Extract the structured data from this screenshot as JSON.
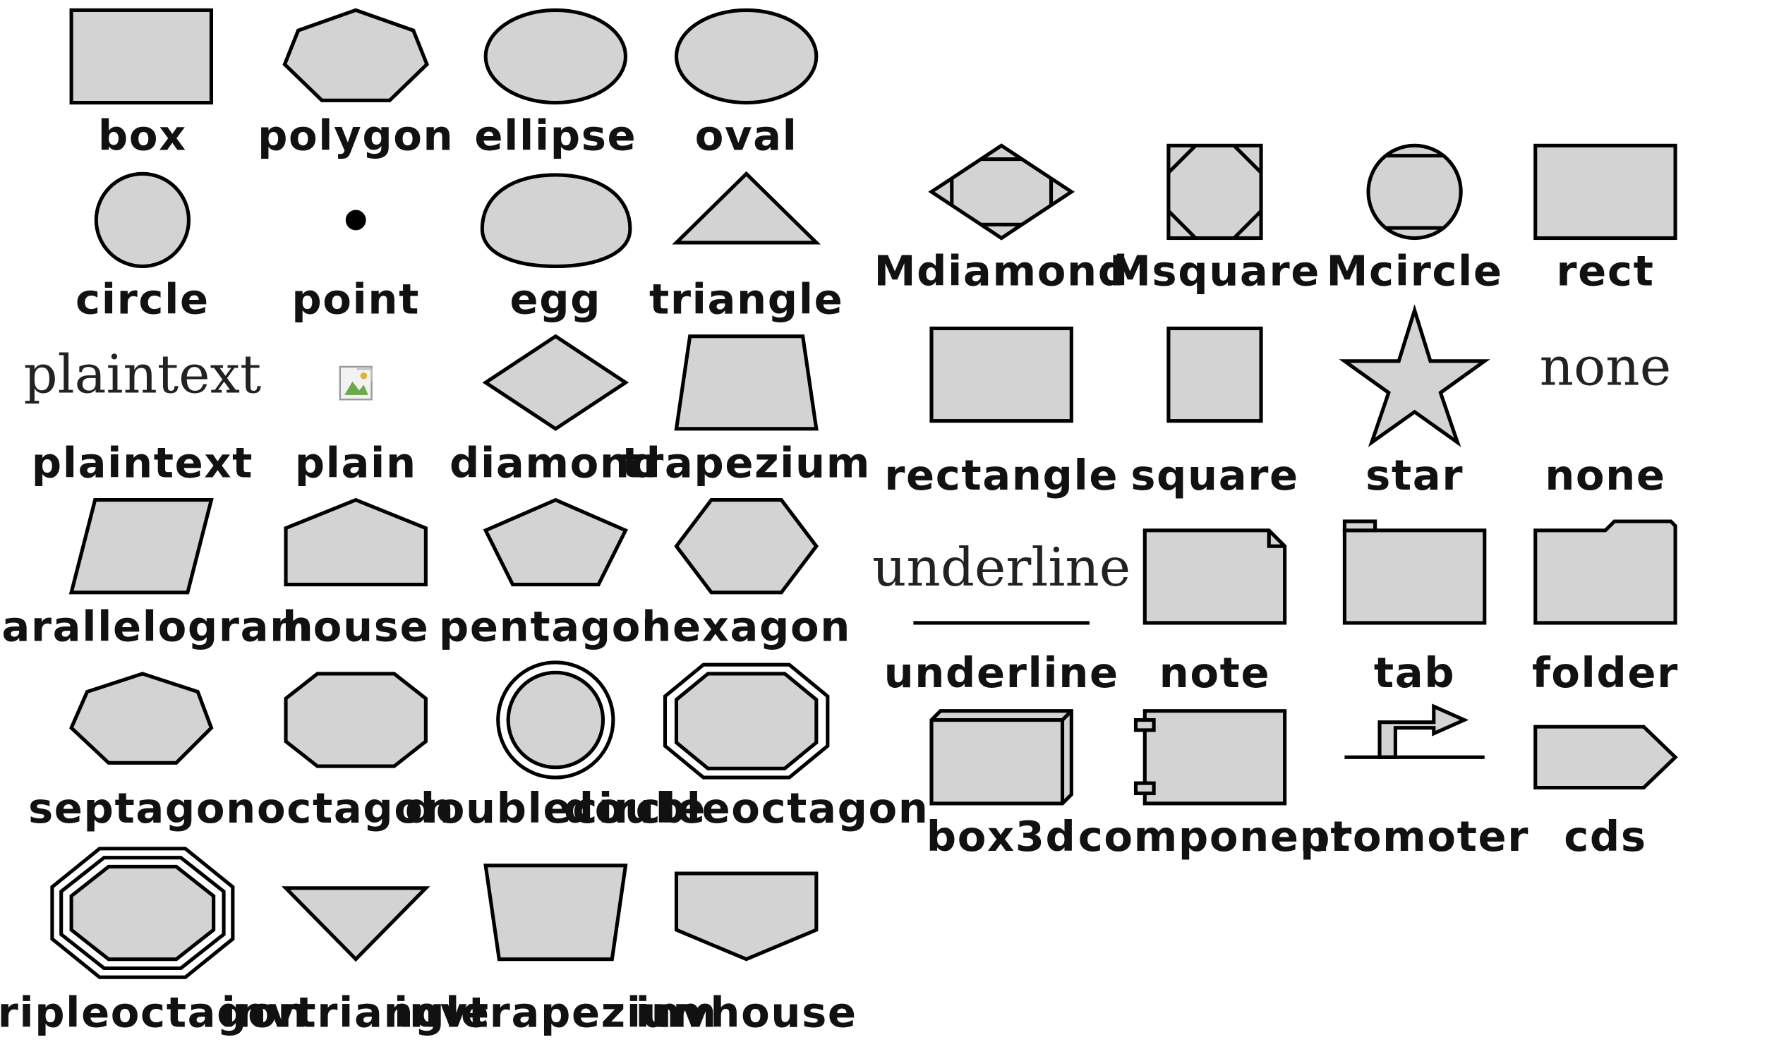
{
  "left_panel": {
    "shapes": [
      {
        "label": "box",
        "icon": "box-shape"
      },
      {
        "label": "polygon",
        "icon": "polygon-shape"
      },
      {
        "label": "ellipse",
        "icon": "ellipse-shape"
      },
      {
        "label": "oval",
        "icon": "oval-shape"
      },
      {
        "label": "circle",
        "icon": "circle-shape"
      },
      {
        "label": "point",
        "icon": "point-shape"
      },
      {
        "label": "egg",
        "icon": "egg-shape"
      },
      {
        "label": "triangle",
        "icon": "triangle-shape"
      },
      {
        "label": "plaintext",
        "icon": "plaintext-shape",
        "inner_text": "plaintext"
      },
      {
        "label": "plain",
        "icon": "broken-image-icon"
      },
      {
        "label": "diamond",
        "icon": "diamond-shape"
      },
      {
        "label": "trapezium",
        "icon": "trapezium-shape"
      },
      {
        "label": "parallelogram",
        "icon": "parallelogram-shape"
      },
      {
        "label": "house",
        "icon": "house-shape"
      },
      {
        "label": "pentagon",
        "icon": "pentagon-shape"
      },
      {
        "label": "hexagon",
        "icon": "hexagon-shape"
      },
      {
        "label": "septagon",
        "icon": "septagon-shape"
      },
      {
        "label": "octagon",
        "icon": "octagon-shape"
      },
      {
        "label": "doublecircle",
        "icon": "doublecircle-shape"
      },
      {
        "label": "doubleoctagon",
        "icon": "doubleoctagon-shape"
      },
      {
        "label": "tripleoctagon",
        "icon": "tripleoctagon-shape"
      },
      {
        "label": "invtriangle",
        "icon": "invtriangle-shape"
      },
      {
        "label": "invtrapezium",
        "icon": "invtrapezium-shape"
      },
      {
        "label": "invhouse",
        "icon": "invhouse-shape"
      }
    ]
  },
  "right_panel": {
    "shapes": [
      {
        "label": "Mdiamond",
        "icon": "mdiamond-shape"
      },
      {
        "label": "Msquare",
        "icon": "msquare-shape"
      },
      {
        "label": "Mcircle",
        "icon": "mcircle-shape"
      },
      {
        "label": "rect",
        "icon": "rect-shape"
      },
      {
        "label": "rectangle",
        "icon": "rectangle-shape"
      },
      {
        "label": "square",
        "icon": "square-shape"
      },
      {
        "label": "star",
        "icon": "star-shape"
      },
      {
        "label": "none",
        "icon": "none-shape",
        "inner_text": "none"
      },
      {
        "label": "underline",
        "icon": "underline-shape",
        "inner_text": "underline"
      },
      {
        "label": "note",
        "icon": "note-shape"
      },
      {
        "label": "tab",
        "icon": "tab-shape"
      },
      {
        "label": "folder",
        "icon": "folder-shape"
      },
      {
        "label": "box3d",
        "icon": "box3d-shape"
      },
      {
        "label": "component",
        "icon": "component-shape"
      },
      {
        "label": "promoter",
        "icon": "promoter-shape"
      },
      {
        "label": "cds",
        "icon": "cds-shape"
      }
    ]
  },
  "colors": {
    "shape_fill": "#d3d3d3",
    "stroke": "#000000",
    "background": "#ffffff"
  }
}
